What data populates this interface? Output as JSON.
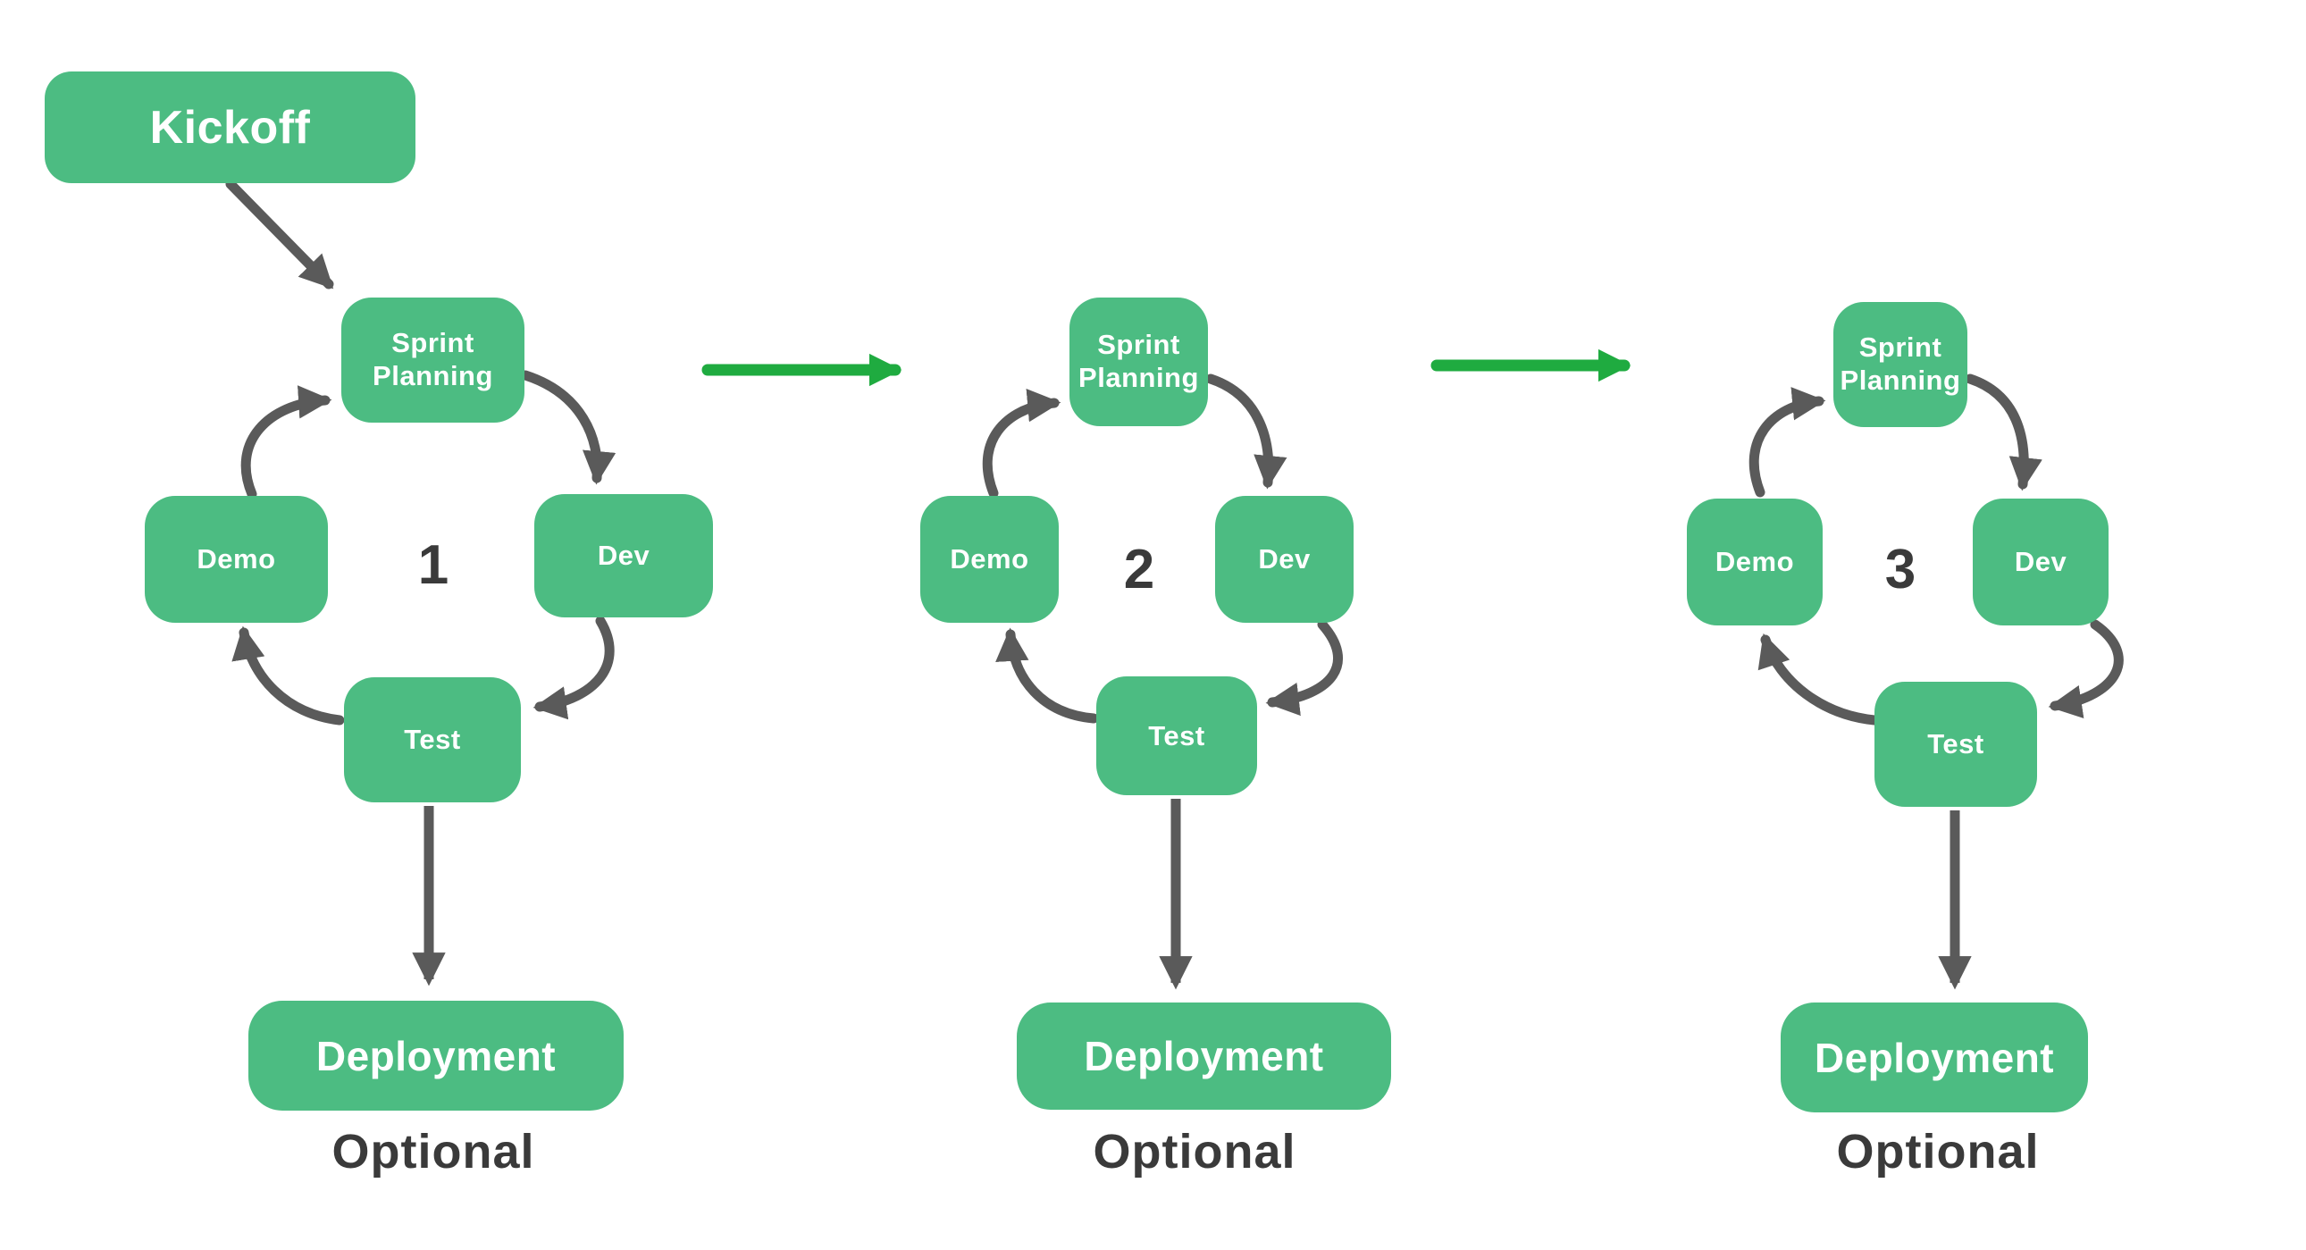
{
  "diagram": {
    "kickoff_label": "Kickoff",
    "colors": {
      "node_green": "#4CBC82",
      "flow_arrow_green": "#1FAB40",
      "arrow_gray": "#5A5A5A",
      "dark_text": "#3A3A3A"
    },
    "cycles": [
      {
        "number": "1",
        "sprint_planning": "Sprint Planning",
        "dev": "Dev",
        "test": "Test",
        "demo": "Demo",
        "deployment": "Deployment",
        "optional": "Optional"
      },
      {
        "number": "2",
        "sprint_planning": "Sprint Planning",
        "dev": "Dev",
        "test": "Test",
        "demo": "Demo",
        "deployment": "Deployment",
        "optional": "Optional"
      },
      {
        "number": "3",
        "sprint_planning": "Sprint Planning",
        "dev": "Dev",
        "test": "Test",
        "demo": "Demo",
        "deployment": "Deployment",
        "optional": "Optional"
      }
    ]
  }
}
